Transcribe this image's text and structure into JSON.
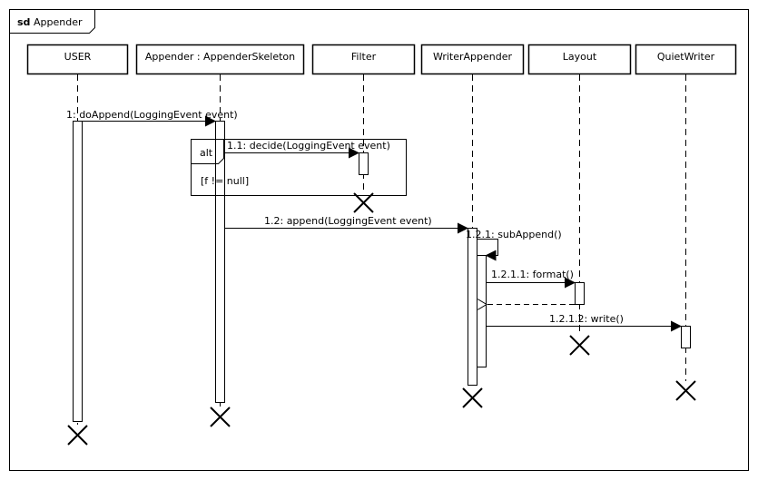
{
  "frame": {
    "keyword": "sd",
    "name": "Appender"
  },
  "lifelines": [
    {
      "id": "user",
      "label": "USER"
    },
    {
      "id": "appender",
      "label": "Appender : AppenderSkeleton"
    },
    {
      "id": "filter",
      "label": "Filter"
    },
    {
      "id": "writer",
      "label": "WriterAppender"
    },
    {
      "id": "layout",
      "label": "Layout"
    },
    {
      "id": "quiet",
      "label": "QuietWriter"
    }
  ],
  "fragment": {
    "operator": "alt",
    "guard": "[f != null]"
  },
  "messages": [
    {
      "id": "m1",
      "label": "1: doAppend(LoggingEvent event)"
    },
    {
      "id": "m11",
      "label": "1.1: decide(LoggingEvent event)"
    },
    {
      "id": "m12",
      "label": "1.2: append(LoggingEvent event)"
    },
    {
      "id": "m121",
      "label": "1.2.1: subAppend()"
    },
    {
      "id": "m1211",
      "label": "1.2.1.1: format()"
    },
    {
      "id": "m1212",
      "label": "1.2.1.2: write()"
    }
  ]
}
